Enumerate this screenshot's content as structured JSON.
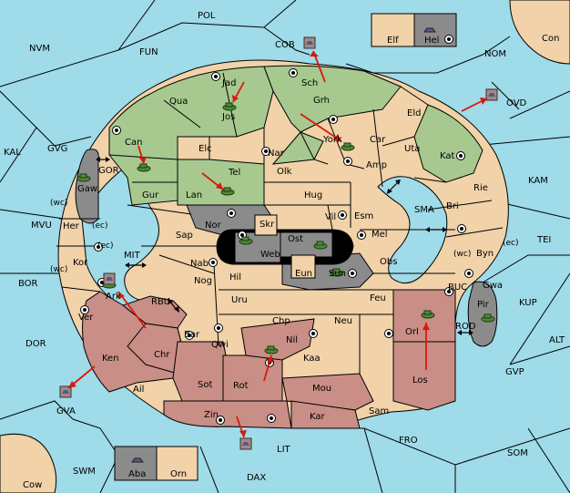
{
  "colors": {
    "water": "#9fdbe9",
    "neutral": "#f1d2a9",
    "green_power": "#a7c98f",
    "red_power": "#c98e86",
    "gray_power": "#8b8b8b",
    "order_arrow": "#d61a0b"
  },
  "sea_labels": {
    "POL": "POL",
    "COB": "COB",
    "NVM": "NVM",
    "FUN": "FUN",
    "NOM": "NOM",
    "Con": "Con",
    "OVD": "OVD",
    "KAL": "KAL",
    "GVG": "GVG",
    "GOR": "GOR",
    "KAM": "KAM",
    "SMA": "SMA",
    "TEI": "TEI",
    "MIT": "MIT",
    "MVU": "MVU",
    "BOR": "BOR",
    "RBU": "RBU",
    "KUP": "KUP",
    "BUC": "BUC",
    "ROD": "ROD",
    "DOR": "DOR",
    "ALT": "ALT",
    "GVP": "GVP",
    "GVA": "GVA",
    "SOM": "SOM",
    "FRO": "FRO",
    "LIT": "LIT",
    "SWM": "SWM",
    "DAX": "DAX",
    "Cow": "Cow"
  },
  "land_labels": {
    "Elf": "Elf",
    "Hel": "Hel",
    "Jad": "Jad",
    "Qua": "Qua",
    "Sch": "Sch",
    "Jos": "Jos",
    "Grh": "Grh",
    "Eld": "Eld",
    "Can": "Can",
    "Elc": "Elc",
    "Nar": "Nar",
    "York": "York",
    "Car": "Car",
    "Uta": "Uta",
    "Kat": "Kat",
    "Amp": "Amp",
    "Tel": "Tel",
    "Olk": "Olk",
    "Gur": "Gur",
    "Lan": "Lan",
    "Hug": "Hug",
    "Rie": "Rie",
    "Gaw": "Gaw",
    "Bri": "Bri",
    "Nor": "Nor",
    "Vil": "Vil",
    "Esm": "Esm",
    "Her": "Her",
    "Skr": "Skr",
    "Ost": "Ost",
    "Sap": "Sap",
    "Web": "Web",
    "Mel": "Mel",
    "Byn": "Byn",
    "Kor": "Kor",
    "Nab": "Nab",
    "Eun": "Eun",
    "Sun": "Sun",
    "Obs": "Obs",
    "Gwa": "Gwa",
    "Hil": "Hil",
    "Ark": "Ark",
    "Nog": "Nog",
    "Uru": "Uru",
    "Feu": "Feu",
    "Pir": "Pir",
    "Ver": "Ver",
    "Orl": "Orl",
    "Chp": "Chp",
    "Neu": "Neu",
    "Bar": "Bar",
    "Nil": "Nil",
    "Qwi": "Qwi",
    "Chr": "Chr",
    "Ken": "Ken",
    "Kaa": "Kaa",
    "Sot": "Sot",
    "Rot": "Rot",
    "Los": "Los",
    "Ail": "Ail",
    "Mou": "Mou",
    "Zin": "Zin",
    "Kar": "Kar",
    "Sam": "Sam",
    "Aba": "Aba",
    "Orn": "Orn"
  },
  "coast_markers": {
    "wc_her": "(wc)",
    "ec_her": "(ec)",
    "ec_kor": "(ec)",
    "wc_kor": "(wc)",
    "wc_byn": "(wc)",
    "ec_byn": "(ec)"
  }
}
